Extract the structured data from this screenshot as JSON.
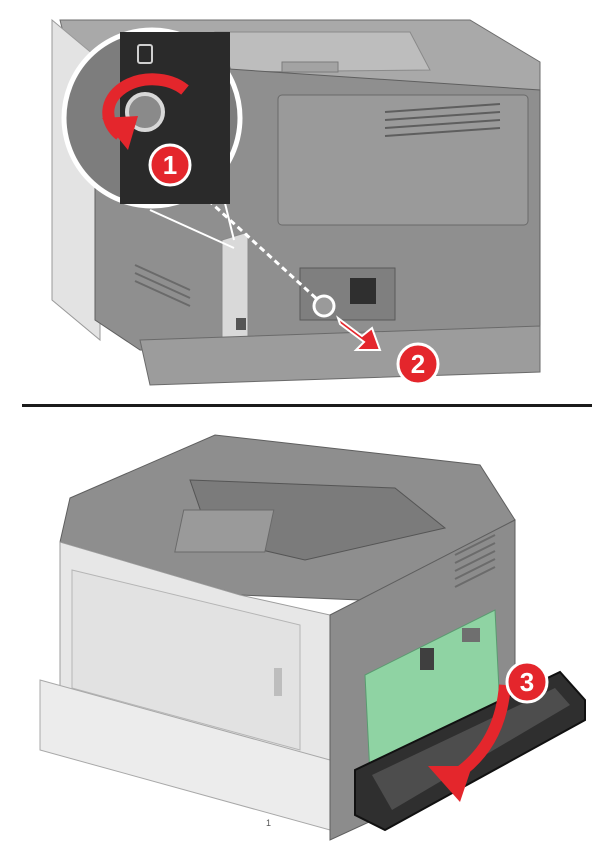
{
  "steps": [
    {
      "number": "1",
      "color": "#e4262c"
    },
    {
      "number": "2",
      "color": "#e4262c"
    },
    {
      "number": "3",
      "color": "#e4262c"
    }
  ],
  "icons": [
    "rotate-arrow-icon",
    "pull-arrow-icon",
    "swing-open-arrow-icon",
    "lock-icon"
  ],
  "tray_label": "1",
  "colors": {
    "printer_gray": "#8f8f8f",
    "printer_light": "#e9e9e9",
    "controller_board": "#8fd3a3",
    "arrow_red": "#e4262c",
    "divider": "#1b1b1b"
  }
}
